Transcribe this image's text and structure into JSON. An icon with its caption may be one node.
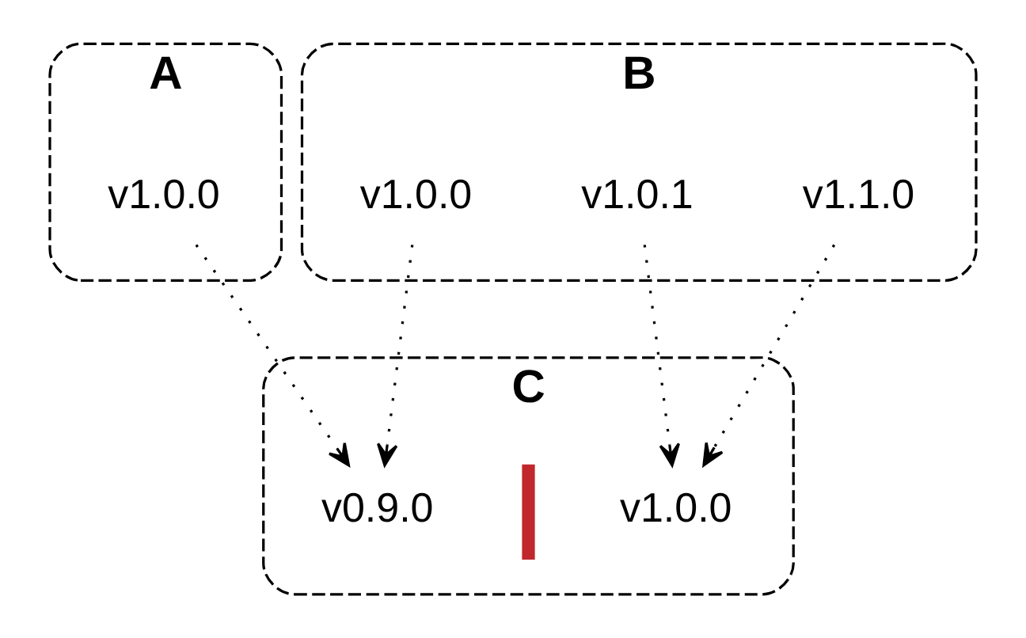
{
  "diagram": {
    "nodes": [
      {
        "text": [
          "A"
        ]
      },
      {
        "text": [
          "v1.0.0"
        ],
        "in": 0
      },
      {
        "text": [
          "B"
        ]
      },
      {
        "text": [
          "v1.0.0"
        ],
        "in": 2
      },
      {
        "text": [
          "v1.0.1"
        ],
        "in": 2
      },
      {
        "text": [
          "v1.1.0"
        ],
        "in": 2
      },
      {
        "text": [
          "C"
        ]
      },
      {
        "text": [
          "v0.9.0"
        ],
        "in": 6
      },
      {
        "text": [],
        "shape": "bar",
        "in": 6
      },
      {
        "text": [
          "v1.0.0"
        ],
        "in": 6
      }
    ],
    "edges": [
      {
        "from": 1,
        "to": 7,
        "arrow": "to",
        "style": "dashed"
      },
      {
        "from": 3,
        "to": 7,
        "arrow": "to",
        "style": "dashed"
      },
      {
        "from": 4,
        "to": 9,
        "arrow": "to",
        "style": "dashed"
      },
      {
        "from": 5,
        "to": 9,
        "arrow": "to",
        "style": "dashed"
      }
    ]
  }
}
